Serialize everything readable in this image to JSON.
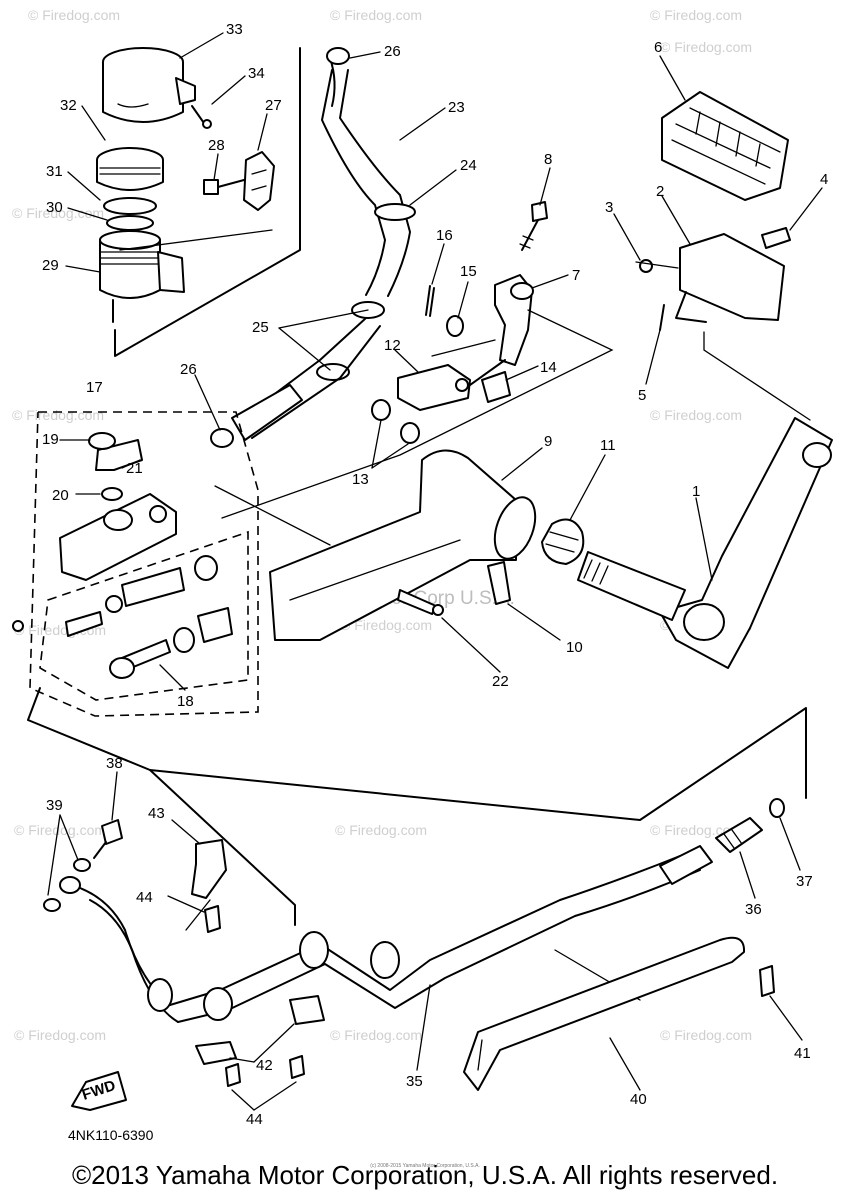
{
  "diagram": {
    "callouts": [
      "1",
      "2",
      "3",
      "4",
      "5",
      "6",
      "7",
      "8",
      "9",
      "10",
      "11",
      "12",
      "13",
      "14",
      "15",
      "16",
      "17",
      "18",
      "19",
      "20",
      "21",
      "22",
      "23",
      "24",
      "25",
      "26",
      "26",
      "27",
      "28",
      "29",
      "30",
      "31",
      "32",
      "33",
      "34",
      "35",
      "36",
      "37",
      "38",
      "39",
      "40",
      "41",
      "42",
      "43",
      "44",
      "44"
    ],
    "fwd_label": "FWD",
    "diagram_code": "4NK110-6390",
    "watermark_site": "© Firedog.com",
    "watermark_center": "Yamaha Motor Corp U.S.A.",
    "copyright": "©2013 Yamaha Motor Corporation, U.S.A. All rights reserved.",
    "copyright_small": "(c) 2008-2015 Yamaha Motor Corporation, U.S.A."
  }
}
